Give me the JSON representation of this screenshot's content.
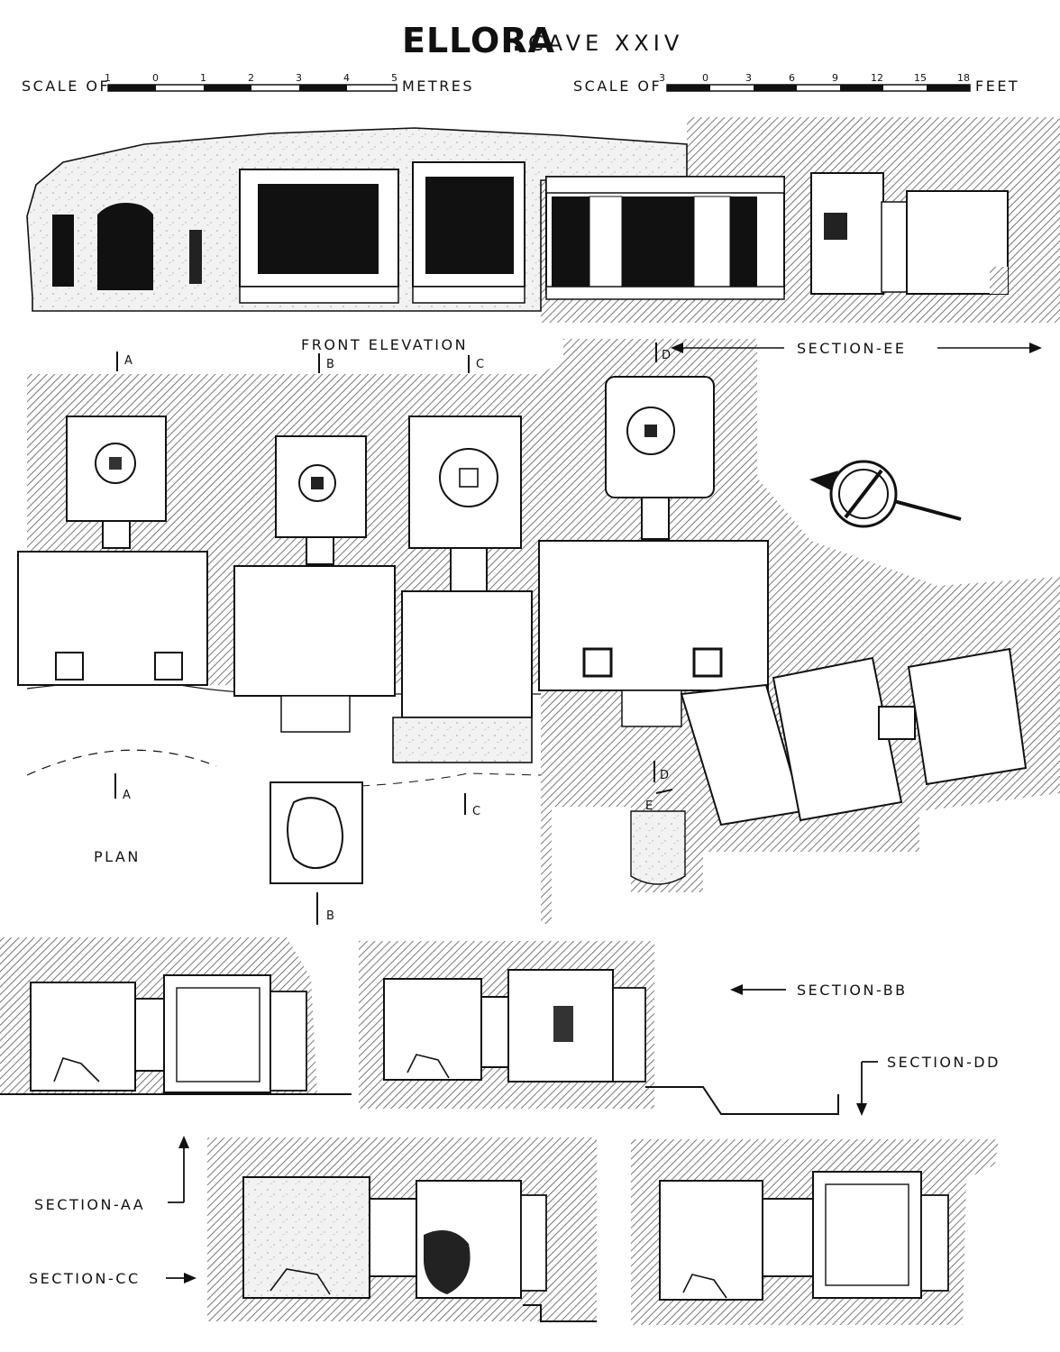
{
  "title": {
    "main": "ELLORA",
    "separator": ":",
    "sub": "CAVE XXIV"
  },
  "scales": {
    "metric": {
      "prefix": "SCALE OF",
      "ticks": [
        "1",
        "0",
        "1",
        "2",
        "3",
        "4",
        "5"
      ],
      "unit": "METRES"
    },
    "imperial": {
      "prefix": "SCALE OF",
      "ticks": [
        "3",
        "0",
        "3",
        "6",
        "9",
        "12",
        "15",
        "18"
      ],
      "unit": "FEET"
    }
  },
  "views": {
    "front_elevation": "FRONT ELEVATION",
    "plan": "PLAN",
    "section_aa": "SECTION-AA",
    "section_bb": "SECTION-BB",
    "section_cc": "SECTION-CC",
    "section_dd": "SECTION-DD",
    "section_ee": "SECTION-EE"
  },
  "section_markers": {
    "a_top": "A",
    "a_bottom": "A",
    "b_top": "B",
    "b_bottom": "B",
    "c_top": "C",
    "c_bottom": "C",
    "d_top": "D",
    "d_bottom": "D",
    "e": "E"
  },
  "colors": {
    "ink": "#111111",
    "paper": "#ffffff",
    "rock_fill": "#e6e6e6"
  },
  "icons": [
    "north-arrow-icon",
    "direction-arrow-icon",
    "section-cut-marker-icon"
  ]
}
